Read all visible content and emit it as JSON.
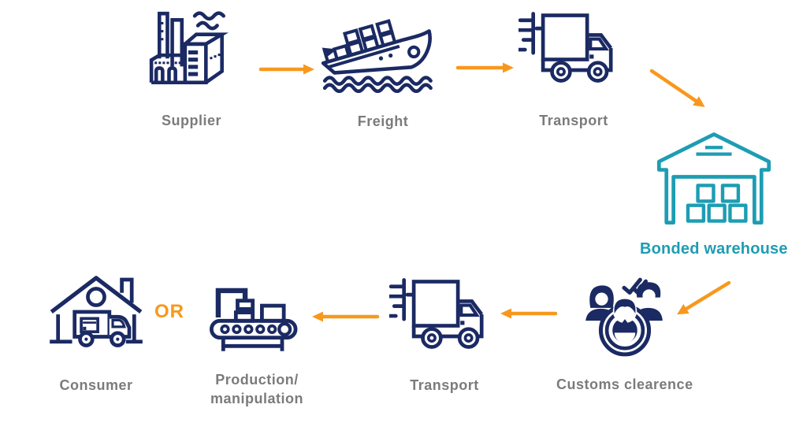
{
  "colors": {
    "navy_icon": "#1b2a63",
    "orange_arrow": "#f7981d",
    "teal_warehouse": "#1d9db3",
    "label_gray": "#7b7b7b",
    "background": "#ffffff"
  },
  "nodes": {
    "supplier": {
      "label": "Supplier",
      "icon": "factory-icon"
    },
    "freight": {
      "label": "Freight",
      "icon": "cargo-ship-icon"
    },
    "transport_1": {
      "label": "Transport",
      "icon": "delivery-truck-icon"
    },
    "warehouse": {
      "label": "Bonded warehouse",
      "icon": "warehouse-icon"
    },
    "customs": {
      "label": "Customs clearence",
      "icon": "customs-inspectors-icon"
    },
    "transport_2": {
      "label": "Transport",
      "icon": "delivery-truck-icon"
    },
    "production": {
      "label_line1": "Production/",
      "label_line2": "manipulation",
      "icon": "conveyor-belt-icon"
    },
    "consumer": {
      "label": "Consumer",
      "icon": "house-delivery-icon"
    }
  },
  "or_connector": {
    "label": "OR"
  },
  "edges": [
    {
      "from": "Supplier",
      "to": "Freight",
      "style": "arrow-right"
    },
    {
      "from": "Freight",
      "to": "Transport",
      "style": "arrow-right"
    },
    {
      "from": "Transport",
      "to": "Bonded warehouse",
      "style": "arrow-down-right"
    },
    {
      "from": "Bonded warehouse",
      "to": "Customs clearence",
      "style": "arrow-down-left"
    },
    {
      "from": "Customs clearence",
      "to": "Transport",
      "style": "arrow-left"
    },
    {
      "from": "Transport",
      "to": "Production/manipulation",
      "style": "arrow-left"
    },
    {
      "between": [
        "Production/manipulation",
        "Consumer"
      ],
      "label": "OR"
    }
  ]
}
